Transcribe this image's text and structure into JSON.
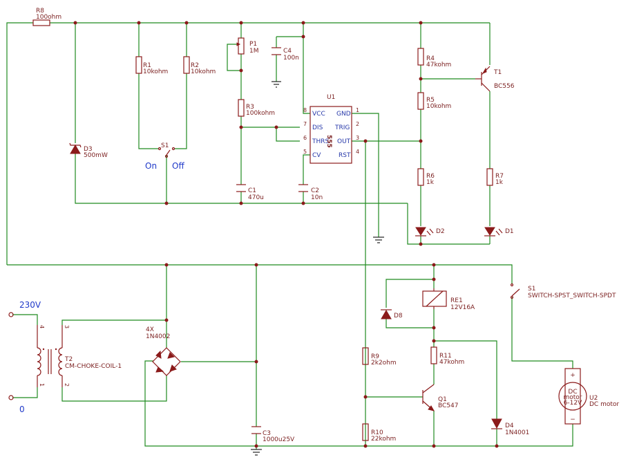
{
  "labels": {
    "R8": "R8",
    "R8v": "100ohm",
    "R1": "R1",
    "R1v": "10kohm",
    "R2": "R2",
    "R2v": "10kohm",
    "P1": "P1",
    "P1v": "1M",
    "C4": "C4",
    "C4v": "100n",
    "R3": "R3",
    "R3v": "100kohm",
    "U1": "U1",
    "U1v": "555",
    "R4": "R4",
    "R4v": "47kohm",
    "R5": "R5",
    "R5v": "10kohm",
    "T1": "T1",
    "T1v": "BC556",
    "D3": "D3",
    "D3v": "500mW",
    "S1a": "S1",
    "on": "On",
    "off": "Off",
    "C1": "C1",
    "C1v": "470u",
    "C2": "C2",
    "C2v": "10n",
    "R6": "R6",
    "R6v": "1k",
    "R7": "R7",
    "R7v": "1k",
    "D2": "D2",
    "D1": "D1",
    "S1b": "S1",
    "S1bv": "SWITCH-SPST_SWITCH-SPDT",
    "RE1": "RE1",
    "RE1v": "12V16A",
    "D8": "D8",
    "v230": "230V",
    "v0": "0",
    "T2": "T2",
    "T2v": "CM-CHOKE-COIL-1",
    "BR": "4X",
    "BRv": "1N4002",
    "R9": "R9",
    "R9v": "2k2ohm",
    "R11": "R11",
    "R11v": "47kohm",
    "Q1": "Q1",
    "Q1v": "BC547",
    "U2": "U2",
    "U2v": "DC motor",
    "motor1": "DC",
    "motor2": "motor",
    "motor3": "6-12V",
    "plus": "+",
    "minus": "−",
    "D4": "D4",
    "D4v": "1N4001",
    "C3": "C3",
    "C3v": "1000u25V",
    "R10": "R10",
    "R10v": "22kohm"
  },
  "ic": {
    "pins": {
      "vcc": "VCC",
      "dis": "DIS",
      "thrs": "THRS",
      "cv": "CV",
      "gnd": "GND",
      "trig": "TRIG",
      "out": "OUT",
      "rst": "RST"
    },
    "nums": {
      "p8": "8",
      "p7": "7",
      "p6": "6",
      "p5": "5",
      "p1": "1",
      "p2": "2",
      "p3": "3",
      "p4": "4"
    }
  },
  "transformer": {
    "p1": "1",
    "p2": "2",
    "p3": "3",
    "p4": "4"
  }
}
